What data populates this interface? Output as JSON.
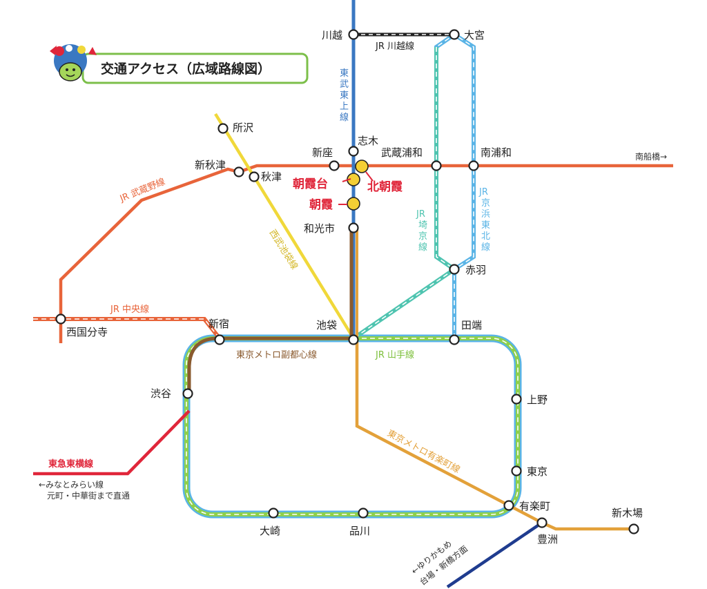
{
  "title": "交通アクセス（広域路線図）",
  "colors": {
    "tobu_tojo": "#3a78c2",
    "musashino": "#e8643a",
    "seibu_ikebukuro": "#f0d83a",
    "fukutoshin": "#8a5a2e",
    "yurakucho": "#e3a13a",
    "saikyo": "#4fc4b0",
    "keihin_tohoku": "#5ab4e6",
    "yamanote": "#8ed04a",
    "toyoko": "#e0263a",
    "yurikamome": "#1f3c8f",
    "kawagoe_line": "#222222",
    "highlight_station": "#f4cf35",
    "highlight_text": "#e0263a",
    "title_border": "#7cbf4a"
  },
  "stations": {
    "kawagoe": "川越",
    "omiya": "大宮",
    "tokorozawa": "所沢",
    "shiki": "志木",
    "niiza": "新座",
    "musashi_urawa": "武蔵浦和",
    "minami_urawa": "南浦和",
    "shin_akitsu": "新秋津",
    "akitsu": "秋津",
    "asakadai": "朝霞台",
    "kita_asaka": "北朝霞",
    "asaka": "朝霞",
    "wakoshi": "和光市",
    "akabane": "赤羽",
    "nishi_kokubunji": "西国分寺",
    "shinjuku": "新宿",
    "ikebukuro": "池袋",
    "tabata": "田端",
    "shibuya": "渋谷",
    "ueno": "上野",
    "tokyo": "東京",
    "yurakucho": "有楽町",
    "osaki": "大崎",
    "shinagawa": "品川",
    "shin_kiba": "新木場",
    "toyosu": "豊洲"
  },
  "lines": {
    "jr_kawagoe": "JR 川越線",
    "tobu_tojo": [
      "東",
      "武",
      "東",
      "上",
      "線"
    ],
    "jr_musashino": "JR 武蔵野線",
    "seibu_ikebukuro": "西武池袋線",
    "jr_saikyo": [
      "JR",
      "埼",
      "京",
      "線"
    ],
    "jr_keihin_tohoku": [
      "JR",
      "京",
      "浜",
      "東",
      "北",
      "線"
    ],
    "jr_chuo": "JR 中央線",
    "metro_fukutoshin": "東京メトロ副都心線",
    "jr_yamanote": "JR 山手線",
    "metro_yurakucho": "東京メトロ有楽町線",
    "tokyu_toyoko": "東急東横線"
  },
  "notes": {
    "minami_funabashi": "南船橋→",
    "minatomirai_1": "←みなとみらい線",
    "minatomirai_2": "元町・中華街まで直通",
    "yurikamome_1": "←ゆりかもめ",
    "yurikamome_2": "台場・新橋方面"
  }
}
